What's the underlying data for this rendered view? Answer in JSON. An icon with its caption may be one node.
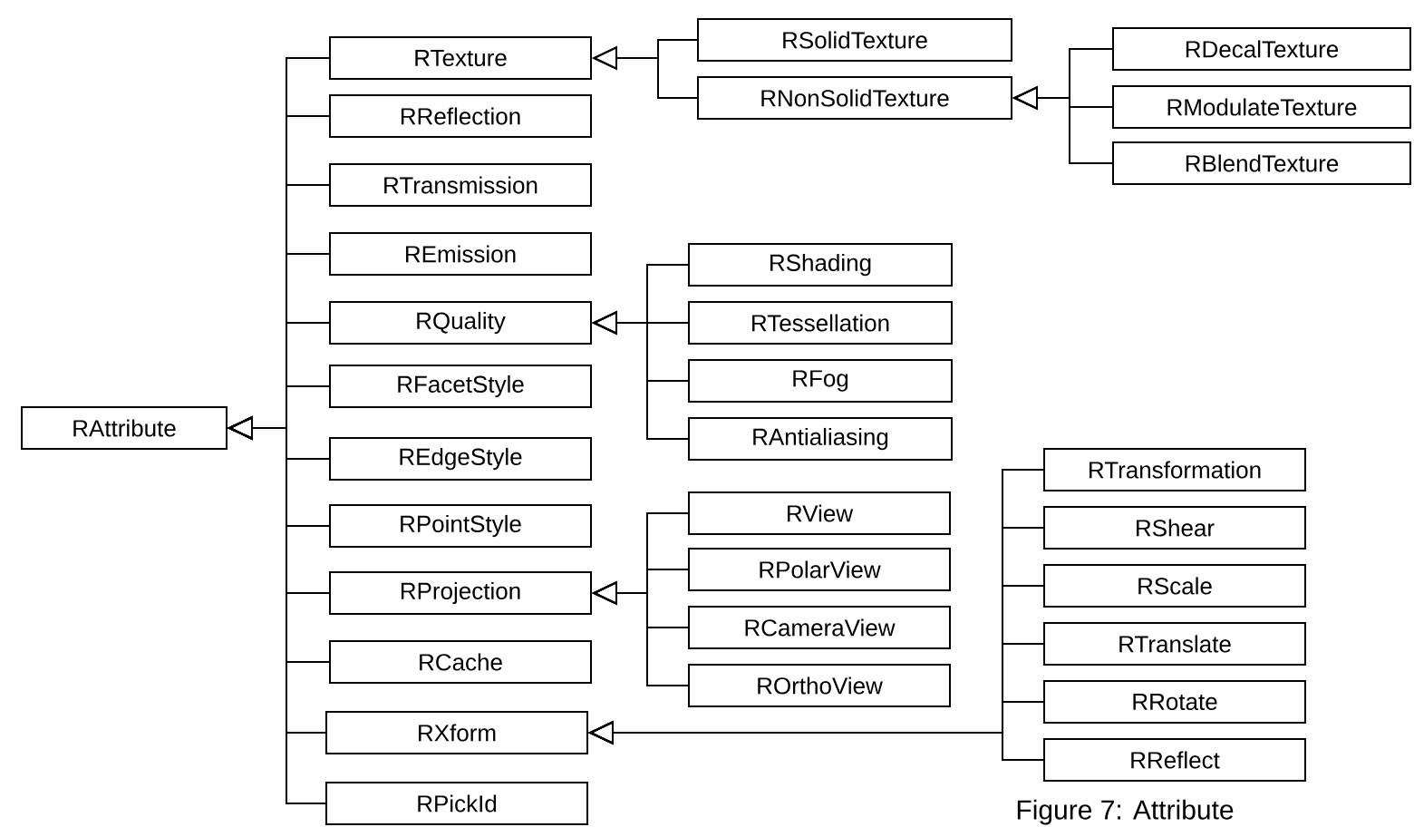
{
  "diagram": {
    "caption": "Figure 7: Attribute",
    "nodes": [
      {
        "text": [
          "RAttribute"
        ]
      },
      {
        "text": [
          "RTexture"
        ]
      },
      {
        "text": [
          "RSolidTexture"
        ]
      },
      {
        "text": [
          "RNonSolidTexture"
        ]
      },
      {
        "text": [
          "RDecalTexture"
        ]
      },
      {
        "text": [
          "RModulateTexture"
        ]
      },
      {
        "text": [
          "RBlendTexture"
        ]
      },
      {
        "text": [
          "RReflection"
        ]
      },
      {
        "text": [
          "RTransmission"
        ]
      },
      {
        "text": [
          "REmission"
        ]
      },
      {
        "text": [
          "RQuality"
        ]
      },
      {
        "text": [
          "RShading"
        ]
      },
      {
        "text": [
          "RTessellation"
        ]
      },
      {
        "text": [
          "RFog"
        ]
      },
      {
        "text": [
          "RAntialiasing"
        ]
      },
      {
        "text": [
          "RFacetStyle"
        ]
      },
      {
        "text": [
          "REdgeStyle"
        ]
      },
      {
        "text": [
          "RPointStyle"
        ]
      },
      {
        "text": [
          "RProjection"
        ]
      },
      {
        "text": [
          "RView"
        ]
      },
      {
        "text": [
          "RPolarView"
        ]
      },
      {
        "text": [
          "RCameraView"
        ]
      },
      {
        "text": [
          "ROrthoView"
        ]
      },
      {
        "text": [
          "RCache"
        ]
      },
      {
        "text": [
          "RXform"
        ]
      },
      {
        "text": [
          "RTransformation"
        ]
      },
      {
        "text": [
          "RShear"
        ]
      },
      {
        "text": [
          "RScale"
        ]
      },
      {
        "text": [
          "RTranslate"
        ]
      },
      {
        "text": [
          "RRotate"
        ]
      },
      {
        "text": [
          "RReflect"
        ]
      },
      {
        "text": [
          "RPickId"
        ]
      }
    ],
    "edges": [
      {
        "from": 1,
        "to": 0,
        "arrow": "to"
      },
      {
        "from": 7,
        "to": 0,
        "arrow": "to"
      },
      {
        "from": 8,
        "to": 0,
        "arrow": "to"
      },
      {
        "from": 9,
        "to": 0,
        "arrow": "to"
      },
      {
        "from": 10,
        "to": 0,
        "arrow": "to"
      },
      {
        "from": 15,
        "to": 0,
        "arrow": "to"
      },
      {
        "from": 16,
        "to": 0,
        "arrow": "to"
      },
      {
        "from": 17,
        "to": 0,
        "arrow": "to"
      },
      {
        "from": 18,
        "to": 0,
        "arrow": "to"
      },
      {
        "from": 23,
        "to": 0,
        "arrow": "to"
      },
      {
        "from": 24,
        "to": 0,
        "arrow": "to"
      },
      {
        "from": 31,
        "to": 0,
        "arrow": "to"
      },
      {
        "from": 2,
        "to": 1,
        "arrow": "to"
      },
      {
        "from": 3,
        "to": 1,
        "arrow": "to"
      },
      {
        "from": 4,
        "to": 3,
        "arrow": "to"
      },
      {
        "from": 5,
        "to": 3,
        "arrow": "to"
      },
      {
        "from": 6,
        "to": 3,
        "arrow": "to"
      },
      {
        "from": 11,
        "to": 10,
        "arrow": "to"
      },
      {
        "from": 12,
        "to": 10,
        "arrow": "to"
      },
      {
        "from": 13,
        "to": 10,
        "arrow": "to"
      },
      {
        "from": 14,
        "to": 10,
        "arrow": "to"
      },
      {
        "from": 19,
        "to": 18,
        "arrow": "to"
      },
      {
        "from": 20,
        "to": 18,
        "arrow": "to"
      },
      {
        "from": 21,
        "to": 18,
        "arrow": "to"
      },
      {
        "from": 22,
        "to": 18,
        "arrow": "to"
      },
      {
        "from": 25,
        "to": 24,
        "arrow": "to"
      },
      {
        "from": 26,
        "to": 24,
        "arrow": "to"
      },
      {
        "from": 27,
        "to": 24,
        "arrow": "to"
      },
      {
        "from": 28,
        "to": 24,
        "arrow": "to"
      },
      {
        "from": 29,
        "to": 24,
        "arrow": "to"
      },
      {
        "from": 30,
        "to": 24,
        "arrow": "to"
      }
    ]
  }
}
